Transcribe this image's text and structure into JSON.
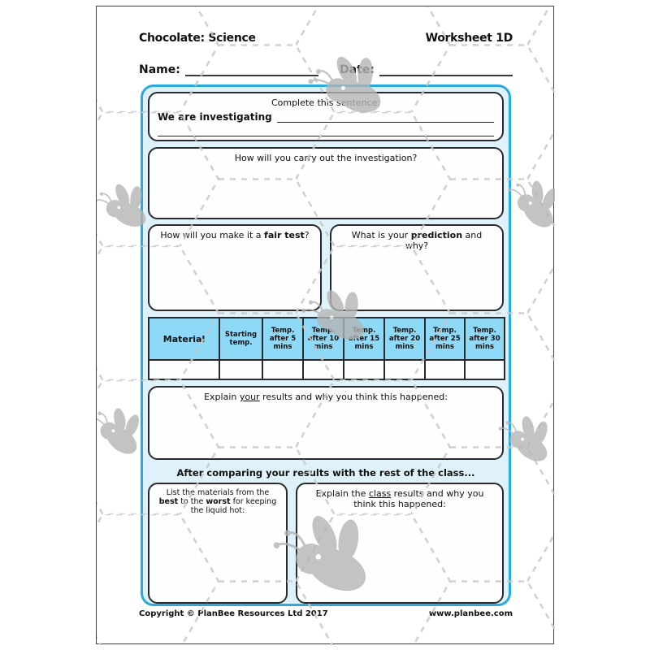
{
  "header": {
    "title_left": "Chocolate: Science",
    "title_right": "Worksheet 1D",
    "name_label": "Name:",
    "date_label": "Date:"
  },
  "sentence_box": {
    "title": "Complete this sentence:",
    "prompt": "We are investigating"
  },
  "carry_out_box": {
    "title": "How will you carry out the investigation?"
  },
  "fair_test_box": {
    "prefix": "How will you make it a ",
    "bold": "fair test",
    "suffix": "?"
  },
  "prediction_box": {
    "prefix": "What is your ",
    "bold": "prediction",
    "suffix": " and why?"
  },
  "results_table": {
    "columns": [
      "Material",
      "Starting temp.",
      "Temp. after 5 mins",
      "Temp. after 10 mins",
      "Temp. after 15 mins",
      "Temp. after 20 mins",
      "Temp. after 25 mins",
      "Temp. after 30 mins"
    ],
    "rows": [
      [
        "",
        "",
        "",
        "",
        "",
        "",
        "",
        ""
      ]
    ]
  },
  "explain_yours_box": {
    "prefix": "Explain ",
    "underlined": "your",
    "suffix": " results and why you think this happened:"
  },
  "compare_bar": {
    "text": "After comparing your results with the rest of the class..."
  },
  "list_box": {
    "p1": "List the materials from the ",
    "b1": "best",
    "p2": " to the ",
    "b2": "worst",
    "p3": " for keeping the liquid hot:"
  },
  "explain_class_box": {
    "prefix": "Explain the ",
    "underlined": "class",
    "suffix": " results and why you think this happened:"
  },
  "footer": {
    "copyright": "Copyright © PlanBee Resources Ltd 2017",
    "website": "www.planbee.com"
  },
  "icons": {
    "watermark": "bee-silhouette",
    "background_pattern": "honeycomb-hexagons"
  },
  "colors": {
    "accent_blue": "#2BA9E1",
    "container_fill": "#DFF2FB",
    "table_header_fill": "#8ED9F8",
    "watermark_gray": "#B5B5B5"
  }
}
